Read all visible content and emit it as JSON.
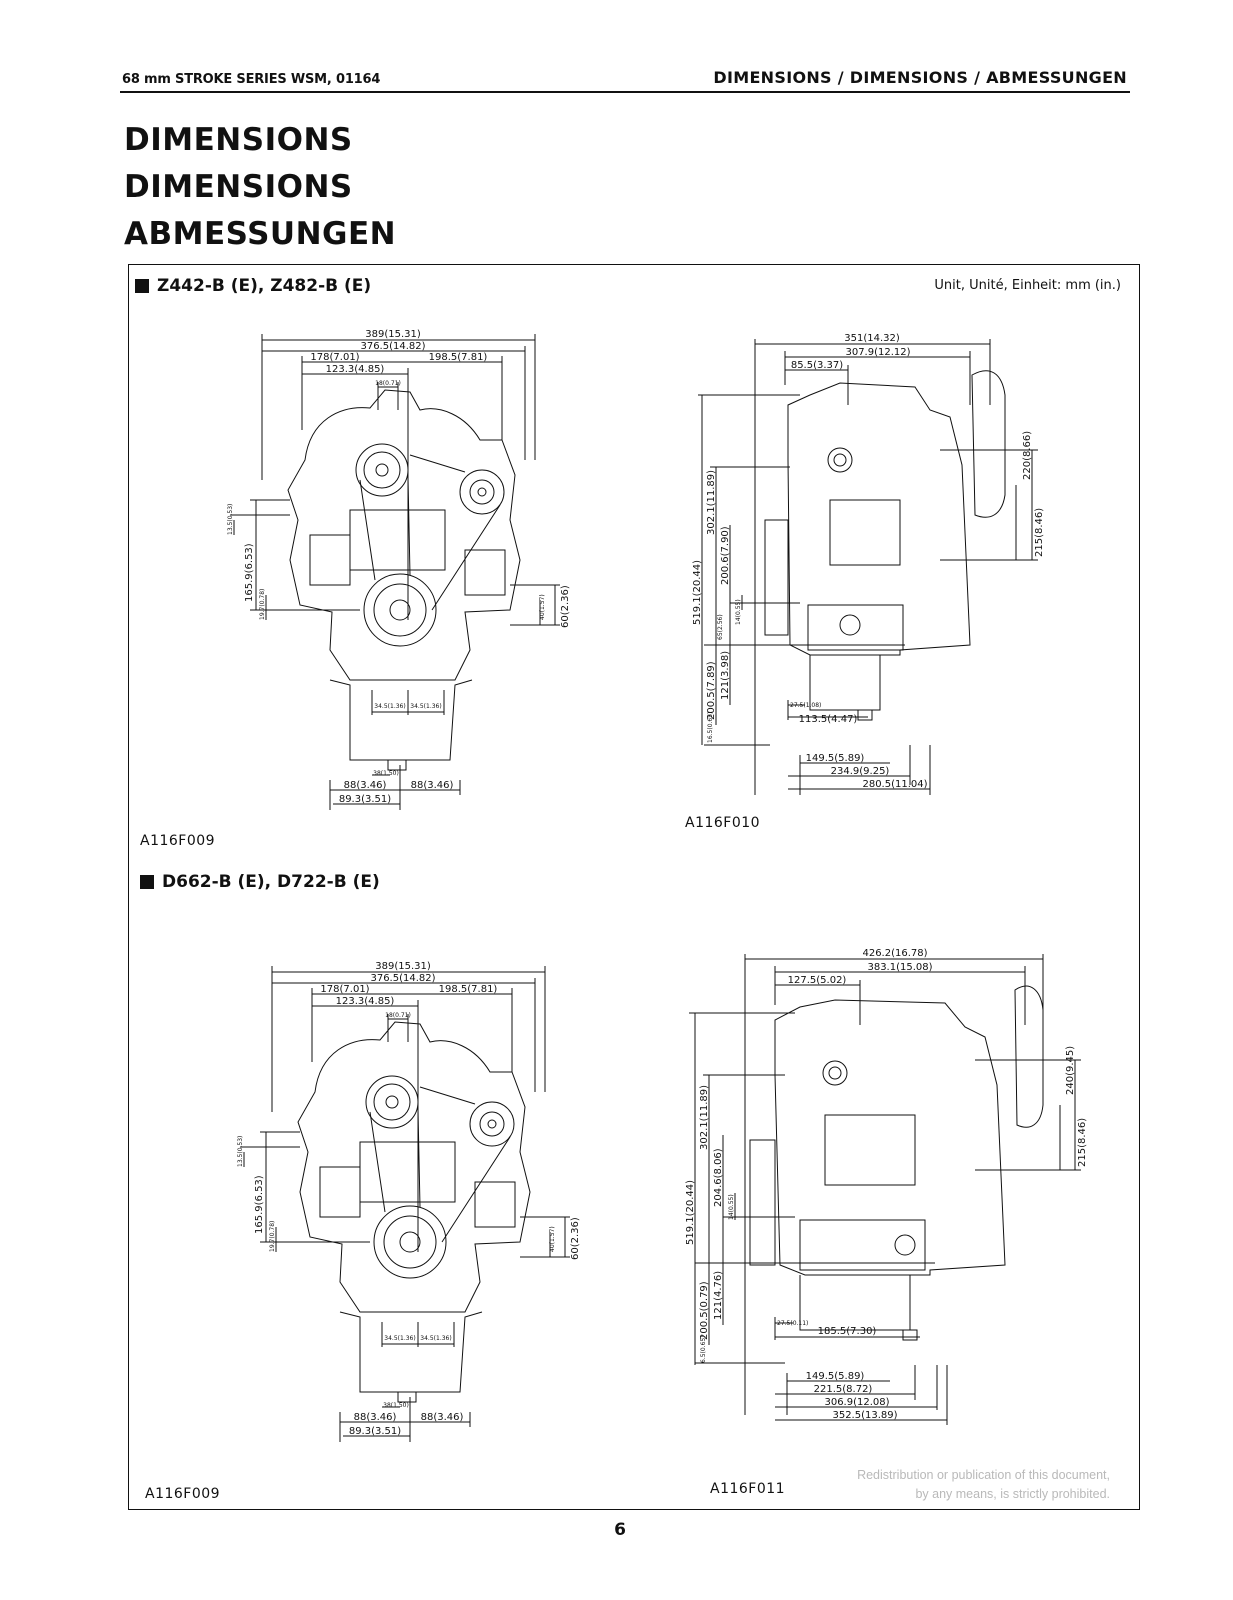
{
  "header": {
    "left": "68 mm STROKE SERIES  WSM, 01164",
    "right": "DIMENSIONS / DIMENSIONS / ABMESSUNGEN"
  },
  "titles": [
    "DIMENSIONS",
    "DIMENSIONS",
    "ABMESSUNGEN"
  ],
  "unit_note": "Unit, Unité, Einheit: mm (in.)",
  "sections": [
    {
      "title": "Z442-B (E), Z482-B (E)",
      "front": {
        "code": "A116F009",
        "top_dims": [
          "389(15.31)",
          "376.5(14.82)",
          "178(7.01)",
          "198.5(7.81)",
          "123.3(4.85)",
          "18(0.71)"
        ],
        "left_dims": [
          "13.5(0.53)",
          "165.9(6.53)",
          "19.7(0.78)"
        ],
        "right_dims": [
          "40(1.57)",
          "60(2.36)"
        ],
        "bottom_dims": [
          "34.5(1.36)",
          "34.5(1.36)",
          "38(1.50)",
          "88(3.46)",
          "88(3.46)",
          "89.3(3.51)"
        ]
      },
      "side": {
        "code": "A116F010",
        "top_dims": [
          "351(14.32)",
          "307.9(12.12)",
          "85.5(3.37)"
        ],
        "left_dims": [
          "519.1(20.44)",
          "302.1(11.89)",
          "200.6(7.90)",
          "65(2.56)",
          "14(0.55)",
          "200.5(7.89)",
          "121(3.98)",
          "16.5(0.65)"
        ],
        "right_dims": [
          "220(8.66)",
          "215(8.46)"
        ],
        "bottom_dims": [
          "27.5(1.08)",
          "113.5(4.47)",
          "149.5(5.89)",
          "234.9(9.25)",
          "280.5(11.04)"
        ]
      }
    },
    {
      "title": "D662-B (E), D722-B (E)",
      "front": {
        "code": "A116F009",
        "top_dims": [
          "389(15.31)",
          "376.5(14.82)",
          "178(7.01)",
          "198.5(7.81)",
          "123.3(4.85)",
          "18(0.71)"
        ],
        "left_dims": [
          "13.5(0.53)",
          "165.9(6.53)",
          "19.7(0.78)"
        ],
        "right_dims": [
          "40(1.57)",
          "60(2.36)"
        ],
        "bottom_dims": [
          "34.5(1.36)",
          "34.5(1.36)",
          "38(1.50)",
          "88(3.46)",
          "88(3.46)",
          "89.3(3.51)"
        ]
      },
      "side": {
        "code": "A116F011",
        "top_dims": [
          "426.2(16.78)",
          "383.1(15.08)",
          "127.5(5.02)"
        ],
        "left_dims": [
          "519.1(20.44)",
          "302.1(11.89)",
          "204.6(8.06)",
          "14(0.55)",
          "200.5(0.79)",
          "121(4.76)",
          "6.5(0.65)"
        ],
        "right_dims": [
          "240(9.45)",
          "215(8.46)"
        ],
        "bottom_dims": [
          "27.5(0.11)",
          "185.5(7.30)",
          "149.5(5.89)",
          "221.5(8.72)",
          "306.9(12.08)",
          "352.5(13.89)"
        ]
      }
    }
  ],
  "watermark": [
    "Redistribution or publication of this document,",
    "by any means, is strictly prohibited."
  ],
  "page_number": "6"
}
